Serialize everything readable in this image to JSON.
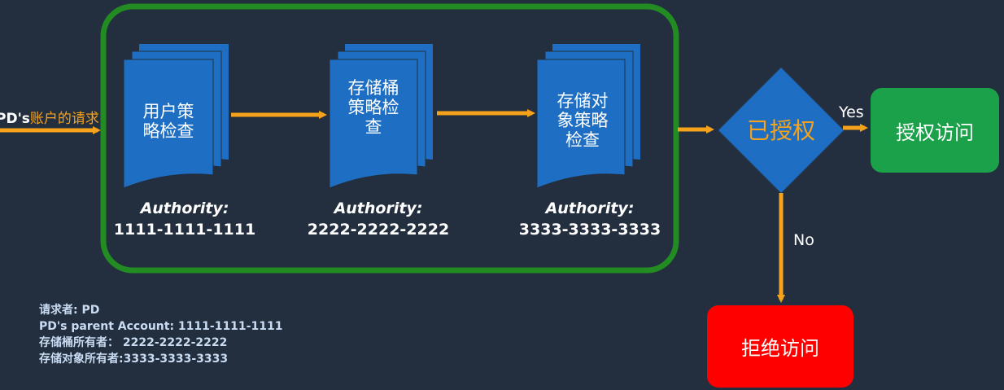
{
  "source": {
    "prefix": "PD's",
    "suffix": "账户的请求"
  },
  "checks": [
    {
      "label": "用户策\n略检查",
      "authority_label": "Authority:",
      "authority_value": "1111-1111-1111"
    },
    {
      "label": "存储桶\n策略检\n查",
      "authority_label": "Authority:",
      "authority_value": "2222-2222-2222"
    },
    {
      "label": "存储对\n象策略\n检查",
      "authority_label": "Authority:",
      "authority_value": "3333-3333-3333"
    }
  ],
  "decision": {
    "label": "已授权",
    "yes_label": "Yes",
    "no_label": "No"
  },
  "allow_box": {
    "label": "授权访问"
  },
  "deny_box": {
    "label": "拒绝访问"
  },
  "info": {
    "line1": "请求者: PD",
    "line2": "PD's parent Account:   1111-1111-1111",
    "line3": "存储桶所有者：  2222-2222-2222",
    "line4": "存储对象所有者:3333-3333-3333"
  },
  "colors": {
    "background": "#232f3e",
    "arrow": "#f7a21b",
    "group_border": "#228b22",
    "document": "#1e6fc4",
    "allow": "#1aa14a",
    "deny": "#ff0000",
    "accent_text": "#f7a21b",
    "info_text": "#c9dcf3"
  }
}
